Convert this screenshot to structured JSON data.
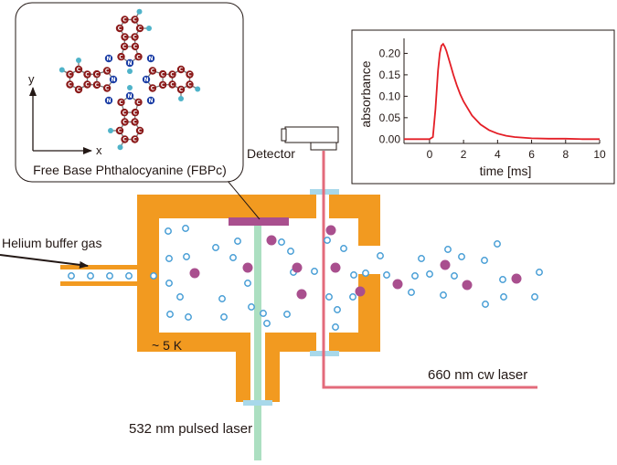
{
  "molecule": {
    "caption": "Free Base Phthalocyanine (FBPc)",
    "axis_x": "x",
    "axis_y": "y",
    "atom_c": "C",
    "atom_n": "N",
    "atom_h": "H"
  },
  "labels": {
    "detector": "Detector",
    "helium": "Helium buffer gas",
    "temperature": "~ 5 K",
    "cw_laser": "660 nm cw laser",
    "pulsed_laser": "532 nm pulsed laser"
  },
  "colors": {
    "cell": "#f29a20",
    "molecule": "#a94f8e",
    "helium": "#4a9fd6",
    "cw_beam": "#e36b7b",
    "pulsed_beam": "#9ed9b6",
    "window": "#a8d8ea",
    "curve": "#e41e26",
    "carbon": "#8b1a1a",
    "nitrogen": "#1d3fa6",
    "hydrogen": "#4fb3c9"
  },
  "chart_data": {
    "type": "line",
    "xlabel": "time [ms]",
    "ylabel": "absorbance",
    "xlim": [
      -1.5,
      10
    ],
    "ylim": [
      -0.01,
      0.235
    ],
    "xticks": [
      0,
      2,
      4,
      6,
      8,
      10
    ],
    "yticks": [
      0.0,
      0.05,
      0.1,
      0.15,
      0.2
    ],
    "yticklabels": [
      "0.00",
      "0.05",
      "0.10",
      "0.15",
      "0.20"
    ],
    "series": [
      {
        "x": [
          -1.5,
          0.0,
          0.2,
          0.35,
          0.5,
          0.6,
          0.7,
          0.8,
          0.9,
          1.0,
          1.2,
          1.4,
          1.6,
          1.8,
          2.0,
          2.5,
          3.0,
          3.5,
          4.0,
          4.5,
          5.0,
          6.0,
          7.0,
          8.0,
          9.0,
          10.0
        ],
        "y": [
          0.0,
          0.0,
          0.005,
          0.07,
          0.16,
          0.2,
          0.218,
          0.222,
          0.215,
          0.205,
          0.178,
          0.15,
          0.126,
          0.105,
          0.088,
          0.055,
          0.034,
          0.021,
          0.013,
          0.008,
          0.005,
          0.002,
          0.001,
          0.001,
          0.0,
          0.0
        ]
      }
    ]
  }
}
